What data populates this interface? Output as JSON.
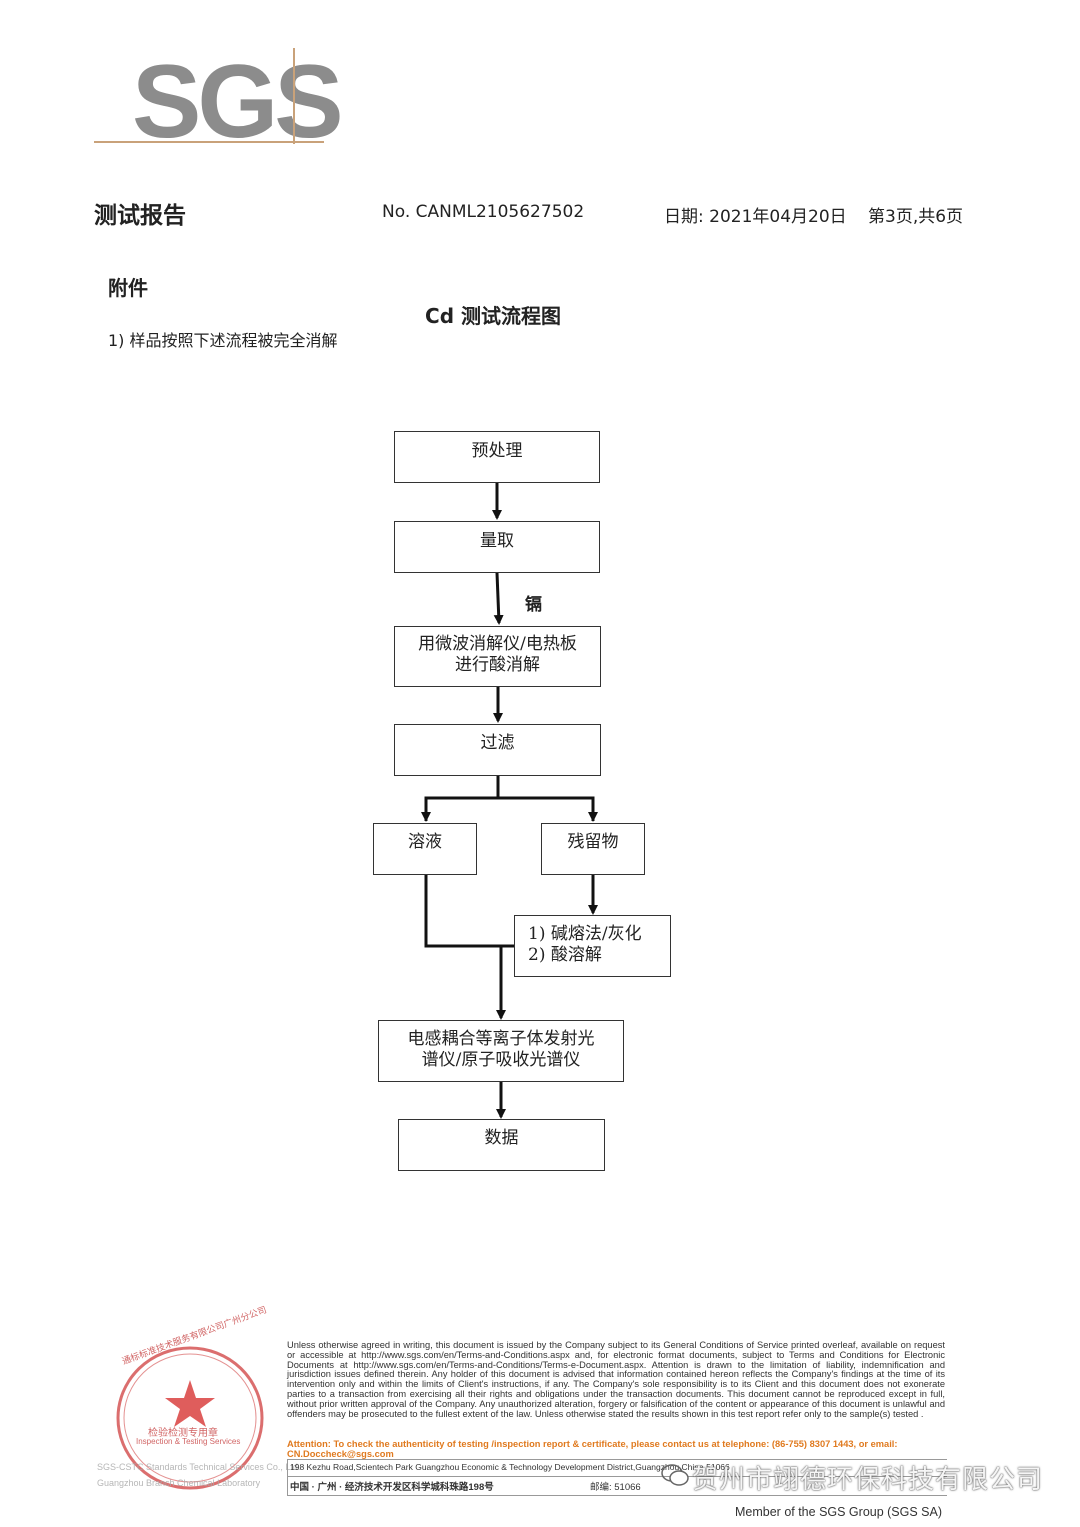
{
  "logo": {
    "text": "SGS"
  },
  "header": {
    "title": "测试报告",
    "report_no": "No. CANML2105627502",
    "date": "日期: 2021年04月20日",
    "page": "第3页,共6页"
  },
  "appendix_label": "附件",
  "flow_title": "Cd 测试流程图",
  "note": "1) 样品按照下述流程被完全消解",
  "flowchart": {
    "step_pretreatment": "预处理",
    "step_measure": "量取",
    "cd_label": "镉",
    "step_digest_line1": "用微波消解仪/电热板",
    "step_digest_line2": "进行酸消解",
    "step_filter": "过滤",
    "step_solution": "溶液",
    "step_residue": "残留物",
    "step_fusion_line1": "1) 碱熔法/灰化",
    "step_fusion_line2": "2) 酸溶解",
    "step_instrument_line1": "电感耦合等离子体发射光",
    "step_instrument_line2": "谱仪/原子吸收光谱仪",
    "step_data": "数据"
  },
  "footer": {
    "disclaimer": "Unless otherwise agreed in writing, this document is issued by the Company subject to its General Conditions of Service printed overleaf, available on request or accessible at http://www.sgs.com/en/Terms-and-Conditions.aspx and, for electronic format documents, subject to Terms and Conditions for Electronic Documents at http://www.sgs.com/en/Terms-and-Conditions/Terms-e-Document.aspx. Attention is drawn to the limitation of liability, indemnification and jurisdiction issues defined therein. Any holder of this document is advised that information contained hereon reflects the Company's findings at the time of its intervention only and within the limits of Client's instructions, if any. The Company's sole responsibility is to its Client and this document does not exonerate parties to a transaction from exercising all their rights and obligations under the transaction documents. This document cannot be reproduced except in full, without prior written approval of the Company. Any unauthorized alteration, forgery or falsification of the content or appearance of this document is unlawful and offenders may be prosecuted to the fullest extent of the law. Unless otherwise stated the results shown in this test report refer only to the sample(s) tested .",
    "attention": "Attention: To check the authenticity of testing /inspection report & certificate, please contact us at telephone: (86-755) 8307 1443, or email: CN.Doccheck@sgs.com",
    "address_en": "198 Kezhu Road,Scientech Park Guangzhou Economic & Technology Development District,Guangzhou,China  51066",
    "address_cn": "中国 · 广州 · 经济技术开发区科学城科珠路198号",
    "postcode_cn": "邮编: 51066",
    "member": "Member of the SGS Group (SGS SA)",
    "stamp_top": "通标标准技术服务有限公司广州分公司",
    "stamp_mid": "检验检测专用章",
    "stamp_en": "Inspection & Testing Services",
    "stamp_side1": "SGS-CSTC Standards Technical Services Co., Ltd.",
    "stamp_side2": "Guangzhou Branch Chemical Laboratory"
  },
  "watermark": {
    "text": "贺州市翊德环保科技有限公司"
  },
  "colors": {
    "logo_gray": "#8c8c8c",
    "logo_rule": "#c9a27a",
    "stamp_red": "#c94a4a",
    "attention_orange": "#e07a1f"
  }
}
